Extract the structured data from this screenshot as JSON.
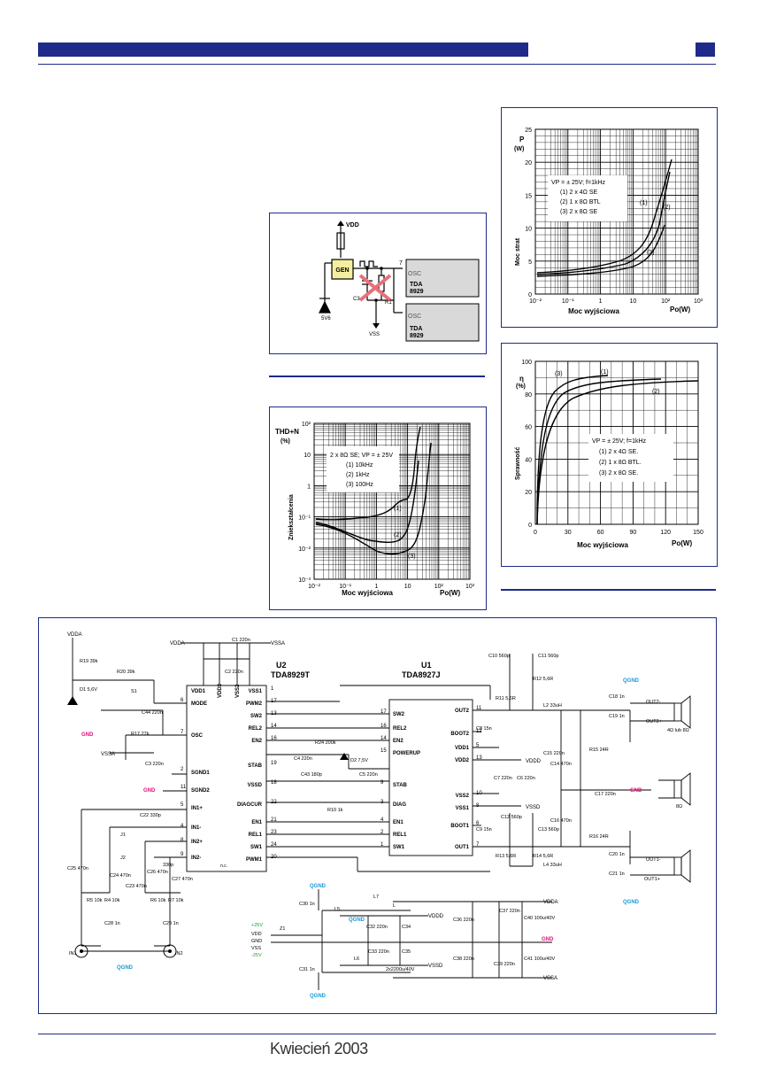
{
  "footer": {
    "issue": "Kwiecień 2003"
  },
  "fig_osc": {
    "vdd": "VDD",
    "gen": "GEN",
    "osc": "OSC",
    "tda": "TDA",
    "chip": "8929",
    "pin": "7",
    "c3": "C3",
    "r1": "R1",
    "zener": "5V6",
    "vss": "VSS"
  },
  "fig_thd": {
    "ylabel_top": "THD+N",
    "ylabel_unit": "(%)",
    "ylabel_side": "Zniekształcenia",
    "xlabel": "Moc wyjściowa",
    "xunit": "Po(W)",
    "legend": [
      "2 x 8Ω SE; VP = ± 25V",
      "(1) 10kHz",
      "(2) 1kHz",
      "(3) 100Hz"
    ],
    "curve_labels": [
      "(1)",
      "(2)",
      "(3)"
    ],
    "yticks": [
      "10²",
      "10",
      "1",
      "10⁻¹",
      "10⁻²",
      "10⁻³"
    ],
    "xticks": [
      "10⁻²",
      "10⁻¹",
      "1",
      "10",
      "10²",
      "10³"
    ]
  },
  "fig_loss": {
    "ylabel_top": "P",
    "ylabel_unit": "(W)",
    "ylabel_side": "Moc strat",
    "xlabel": "Moc wyjściowa",
    "xunit": "Po(W)",
    "legend": [
      "VP = ± 25V; f=1kHz",
      "(1) 2 x 4Ω SE",
      "(2) 1 x 8Ω BTL",
      "(3) 2 x 8Ω SE"
    ],
    "curve_labels": [
      "(1)",
      "(2)",
      "(3)"
    ],
    "yticks": [
      "25",
      "20",
      "15",
      "10",
      "5",
      "0"
    ],
    "xticks": [
      "10⁻²",
      "10⁻¹",
      "1",
      "10",
      "10²",
      "10³"
    ]
  },
  "fig_eff": {
    "ylabel_top": "η",
    "ylabel_unit": "(%)",
    "ylabel_side": "Sprawność",
    "xlabel": "Moc wyjściowa",
    "xunit": "Po(W)",
    "legend": [
      "VP = ± 25V; f=1kHz",
      "(1) 2 x 4Ω SE.",
      "(2) 1 x 8Ω BTL.",
      "(3) 2 x 8Ω SE."
    ],
    "curve_labels": [
      "(3)",
      "(1)",
      "(2)"
    ],
    "yticks": [
      "100",
      "80",
      "60",
      "40",
      "20",
      "0"
    ],
    "xticks": [
      "0",
      "30",
      "60",
      "90",
      "120",
      "150"
    ]
  },
  "schematic": {
    "u2_name": "U2",
    "u2_part": "TDA8929T",
    "u1_name": "U1",
    "u1_part": "TDA8927J",
    "u2_left_pins": [
      "VDD1",
      "MODE",
      "OSC",
      "SGND1",
      "SGND2",
      "IN1+",
      "IN1-",
      "IN2+",
      "IN2-"
    ],
    "u2_left_nums": [
      "6",
      "7",
      "2",
      "11",
      "5",
      "4",
      "8",
      "9"
    ],
    "u2_top_pins": [
      "VDD2",
      "VSS2"
    ],
    "u2_right_pins": [
      "VSS1",
      "PWM2",
      "SW2",
      "REL2",
      "EN2",
      "STAB",
      "VSSD",
      "DIAGCUR",
      "EN1",
      "REL1",
      "SW1",
      "PWM1"
    ],
    "u2_right_nums": [
      "1",
      "17",
      "13",
      "14",
      "16",
      "19",
      "18",
      "22",
      "21",
      "23",
      "24",
      "20"
    ],
    "u2_nc": "n.c.",
    "u1_left_pins": [
      "SW2",
      "REL2",
      "EN2",
      "POWERUP",
      "STAB",
      "DIAG",
      "EN1",
      "REL1",
      "SW1"
    ],
    "u1_left_nums": [
      "17",
      "16",
      "14",
      "15",
      "9",
      "3",
      "4",
      "2",
      "1"
    ],
    "u1_right_pins": [
      "OUT2",
      "BOOT2",
      "VDD1",
      "VDD2",
      "VSS2",
      "VSS1",
      "BOOT1",
      "OUT1"
    ],
    "u1_right_nums": [
      "11",
      "12",
      "5",
      "13",
      "10",
      "8",
      "6",
      "7"
    ],
    "nets": {
      "vdda": "VDDA",
      "vssa": "VSSA",
      "vddd": "VDDD",
      "vssd": "VSSD",
      "gnd": "GND",
      "qgnd": "QGND"
    },
    "parts": [
      "R19 39k",
      "D1 5,6V",
      "R20 39k",
      "S1",
      "C44 220n",
      "R17 27k",
      "C3 220n",
      "C1 220n",
      "C2 220n",
      "C4 220n",
      "R24 200k",
      "D2 7,5V",
      "C43 180p",
      "C5 220n",
      "R10 1k",
      "C22 330p",
      "J1",
      "J2",
      "330p",
      "C25 470n",
      "C24 470n",
      "C23 470n",
      "C26 470n",
      "C27 470n",
      "R5 10k",
      "R4 10k",
      "R6 10k",
      "R7 10k",
      "C28 1n",
      "C29 1n",
      "IN1",
      "IN2",
      "C10 560p",
      "C11 560p",
      "R11 5,6R",
      "R12 5,6R",
      "C8 15n",
      "L2 33uH",
      "C7 220n",
      "C6 220n",
      "C9 15n",
      "C12 560p",
      "C13 560p",
      "R13 5,6R",
      "R14 5,6R",
      "L4 33uH",
      "C14 470n",
      "C15 220n",
      "R15 24R",
      "C17 220n",
      "C16 470n",
      "R16 24R",
      "C18 1n",
      "C19 1n",
      "C20 1n",
      "C21 1n",
      "OUT2-",
      "OUT2+",
      "OUT1-",
      "OUT1+",
      "4Ω lub 8Ω",
      "8Ω",
      "C30 1n",
      "L5",
      "L7",
      "L",
      "C32 220n",
      "C34",
      "C36 220n",
      "C37 220n",
      "C40 100u/40V",
      "Z1",
      "+25V",
      "VDD",
      "GND",
      "VSS",
      "-25V",
      "L6",
      "C33 220n",
      "C35",
      "2x2200u/40V",
      "C38 220n",
      "C39 220n",
      "C41 100u/40V",
      "C31 1n"
    ]
  },
  "colors": {
    "accent": "#1e2b8a",
    "gnd": "#e0107a",
    "qgnd": "#1a9ad6",
    "supply": "#18a02c",
    "cross": "#e8707a",
    "gen": "#f4efa0"
  }
}
